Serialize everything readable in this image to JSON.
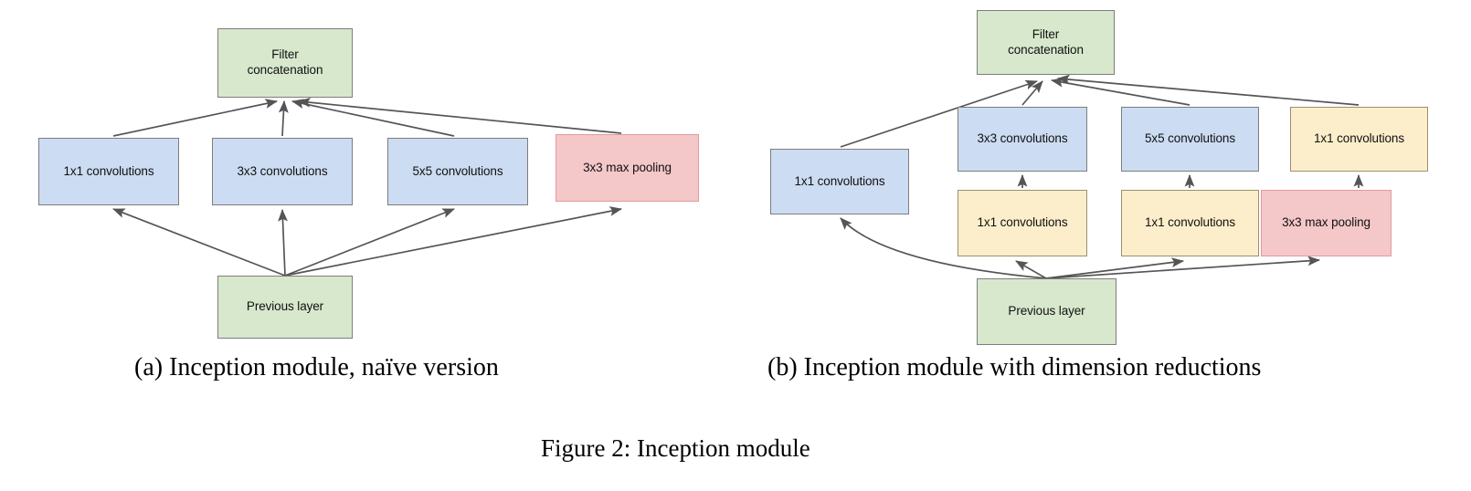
{
  "figure": {
    "caption": "Figure 2: Inception module",
    "subcaptions": {
      "a": "(a)  Inception module, naïve version",
      "b": "(b)  Inception module with dimension reductions"
    }
  },
  "colors": {
    "green_fill": "#d7e8cd",
    "blue_fill": "#ccdcf2",
    "yellow_fill": "#fdeecb",
    "red_fill": "#f4c7c8",
    "border_gray": "#7b7b7b",
    "arrow_gray": "#555555",
    "background": "#ffffff"
  },
  "diagram_a": {
    "id": "inception-naive",
    "nodes": {
      "filter_concatenation": "Filter\nconcatenation",
      "conv_1x1": "1x1 convolutions",
      "conv_3x3": "3x3 convolutions",
      "conv_5x5": "5x5 convolutions",
      "maxpool_3x3": "3x3 max pooling",
      "previous_layer": "Previous layer"
    },
    "edges": [
      {
        "from": "previous_layer",
        "to": "conv_1x1"
      },
      {
        "from": "previous_layer",
        "to": "conv_3x3"
      },
      {
        "from": "previous_layer",
        "to": "conv_5x5"
      },
      {
        "from": "previous_layer",
        "to": "maxpool_3x3"
      },
      {
        "from": "conv_1x1",
        "to": "filter_concatenation"
      },
      {
        "from": "conv_3x3",
        "to": "filter_concatenation"
      },
      {
        "from": "conv_5x5",
        "to": "filter_concatenation"
      },
      {
        "from": "maxpool_3x3",
        "to": "filter_concatenation"
      }
    ]
  },
  "diagram_b": {
    "id": "inception-dimension-reductions",
    "nodes": {
      "filter_concatenation": "Filter\nconcatenation",
      "conv_1x1_direct": "1x1 convolutions",
      "conv_3x3": "3x3 convolutions",
      "conv_5x5": "5x5 convolutions",
      "conv_1x1_after_pool": "1x1 convolutions",
      "conv_1x1_reduce_3x3": "1x1 convolutions",
      "conv_1x1_reduce_5x5": "1x1 convolutions",
      "maxpool_3x3": "3x3 max pooling",
      "previous_layer": "Previous layer"
    },
    "edges": [
      {
        "from": "previous_layer",
        "to": "conv_1x1_direct"
      },
      {
        "from": "previous_layer",
        "to": "conv_1x1_reduce_3x3"
      },
      {
        "from": "previous_layer",
        "to": "conv_1x1_reduce_5x5"
      },
      {
        "from": "previous_layer",
        "to": "maxpool_3x3"
      },
      {
        "from": "conv_1x1_reduce_3x3",
        "to": "conv_3x3"
      },
      {
        "from": "conv_1x1_reduce_5x5",
        "to": "conv_5x5"
      },
      {
        "from": "maxpool_3x3",
        "to": "conv_1x1_after_pool"
      },
      {
        "from": "conv_1x1_direct",
        "to": "filter_concatenation"
      },
      {
        "from": "conv_3x3",
        "to": "filter_concatenation"
      },
      {
        "from": "conv_5x5",
        "to": "filter_concatenation"
      },
      {
        "from": "conv_1x1_after_pool",
        "to": "filter_concatenation"
      }
    ]
  }
}
